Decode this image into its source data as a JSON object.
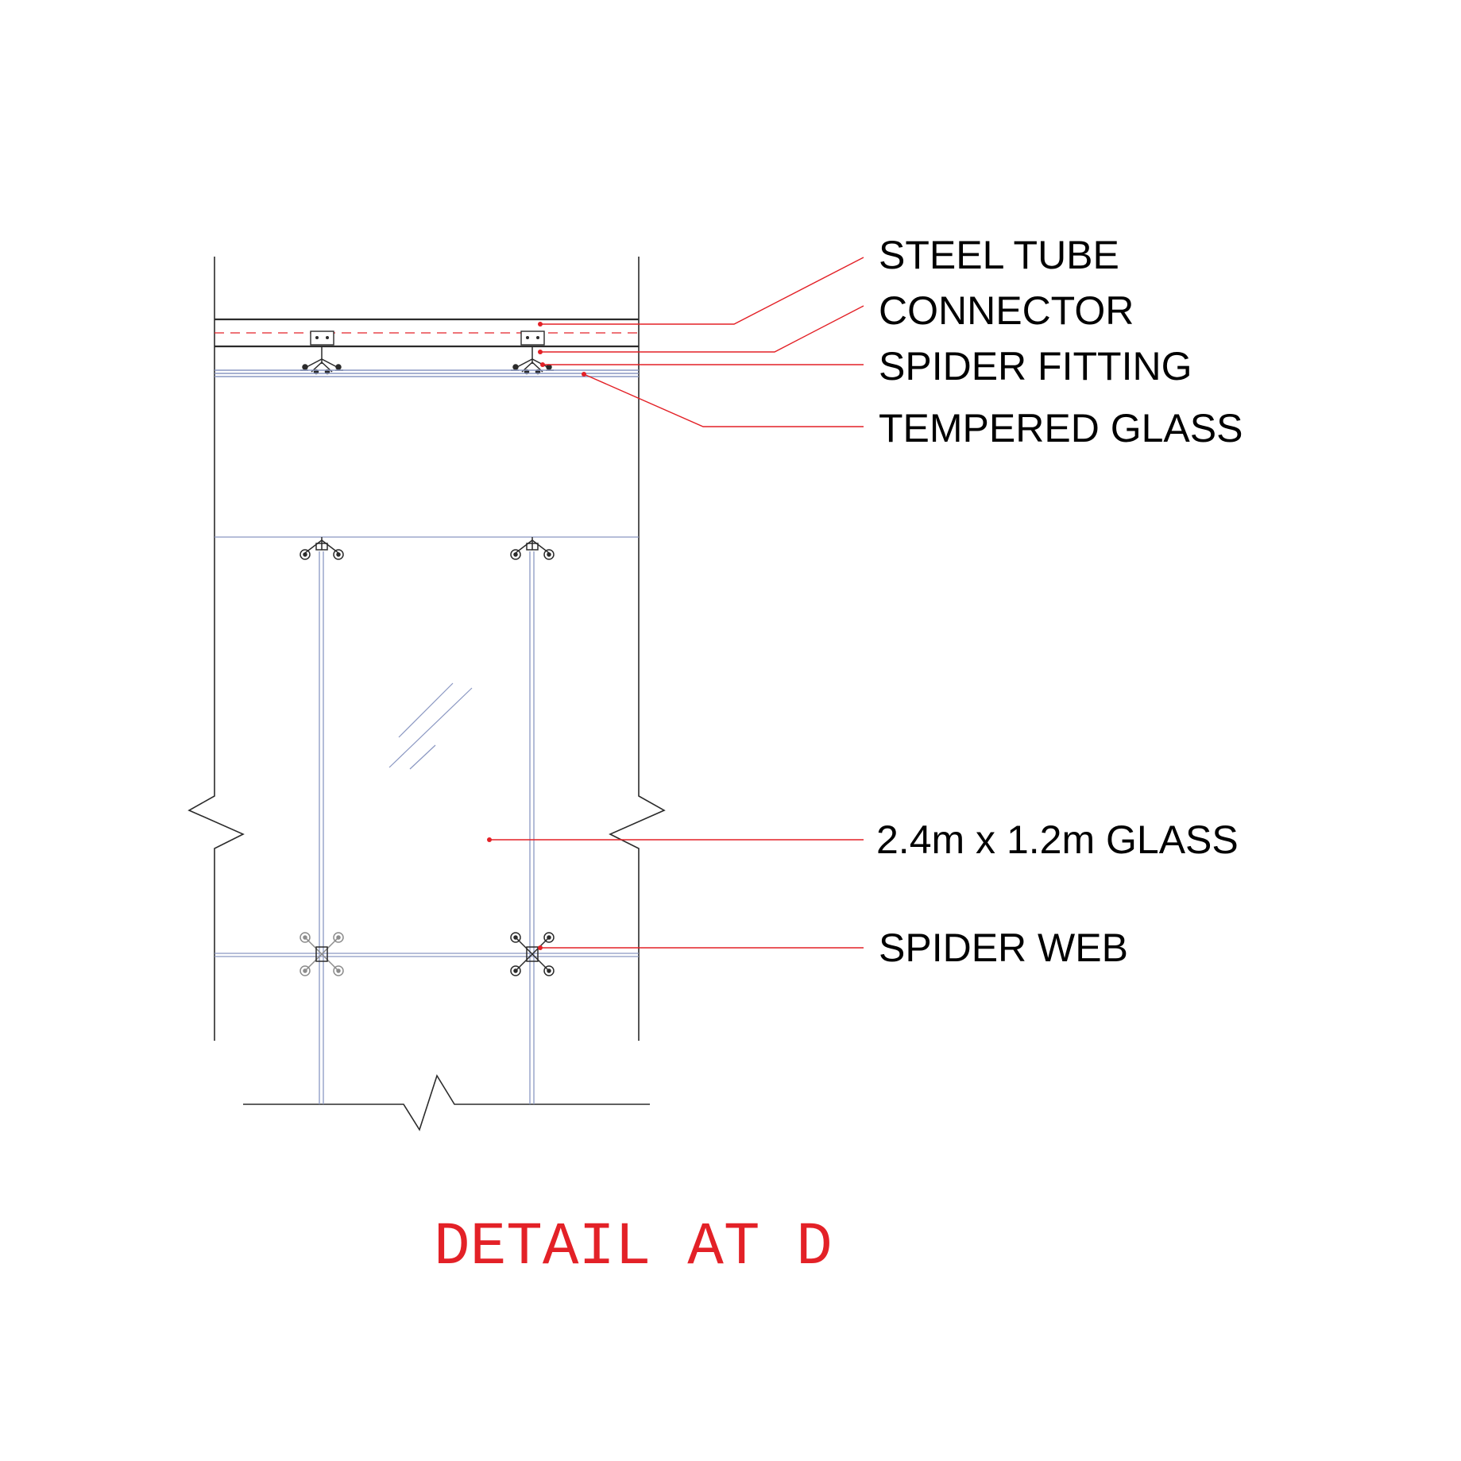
{
  "title": "DETAIL AT D",
  "labels": {
    "steel_tube": "STEEL TUBE",
    "connector": "CONNECTOR",
    "spider_fitting": "SPIDER FITTING",
    "tempered_glass": "TEMPERED GLASS",
    "glass_size": "2.4m x 1.2m GLASS",
    "spider_web": "SPIDER WEB"
  },
  "colors": {
    "outline": "#2b2b2b",
    "glass": "#8a97c2",
    "leader": "#e32127",
    "title": "#e32127",
    "text": "#000000"
  }
}
